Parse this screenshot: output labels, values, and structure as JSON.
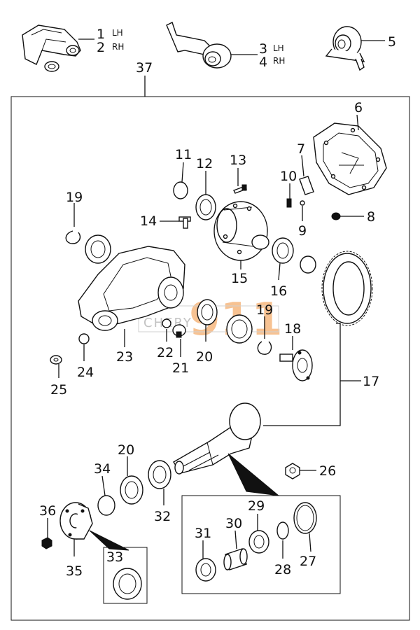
{
  "colors": {
    "ink": "#111111",
    "paper": "#ffffff",
    "watermark_orange": "#f39a4b",
    "watermark_grey": "#9a9a9a"
  },
  "watermark": {
    "text": "CHERY",
    "logo": "911"
  },
  "callouts": {
    "c1": "1",
    "c1_side": "LH",
    "c2": "2",
    "c2_side": "RH",
    "c3": "3",
    "c3_side": "LH",
    "c4": "4",
    "c4_side": "RH",
    "c5": "5",
    "c6": "6",
    "c7": "7",
    "c8": "8",
    "c9": "9",
    "c10": "10",
    "c11": "11",
    "c12": "12",
    "c13": "13",
    "c14": "14",
    "c15": "15",
    "c16": "16",
    "c17": "17",
    "c18": "18",
    "c19a": "19",
    "c19b": "19",
    "c20a": "20",
    "c20b": "20",
    "c21": "21",
    "c22": "22",
    "c23": "23",
    "c24": "24",
    "c25": "25",
    "c26": "26",
    "c27": "27",
    "c28": "28",
    "c29": "29",
    "c30": "30",
    "c31": "31",
    "c32": "32",
    "c33": "33",
    "c34": "34",
    "c35": "35",
    "c36": "36",
    "c37": "37"
  }
}
